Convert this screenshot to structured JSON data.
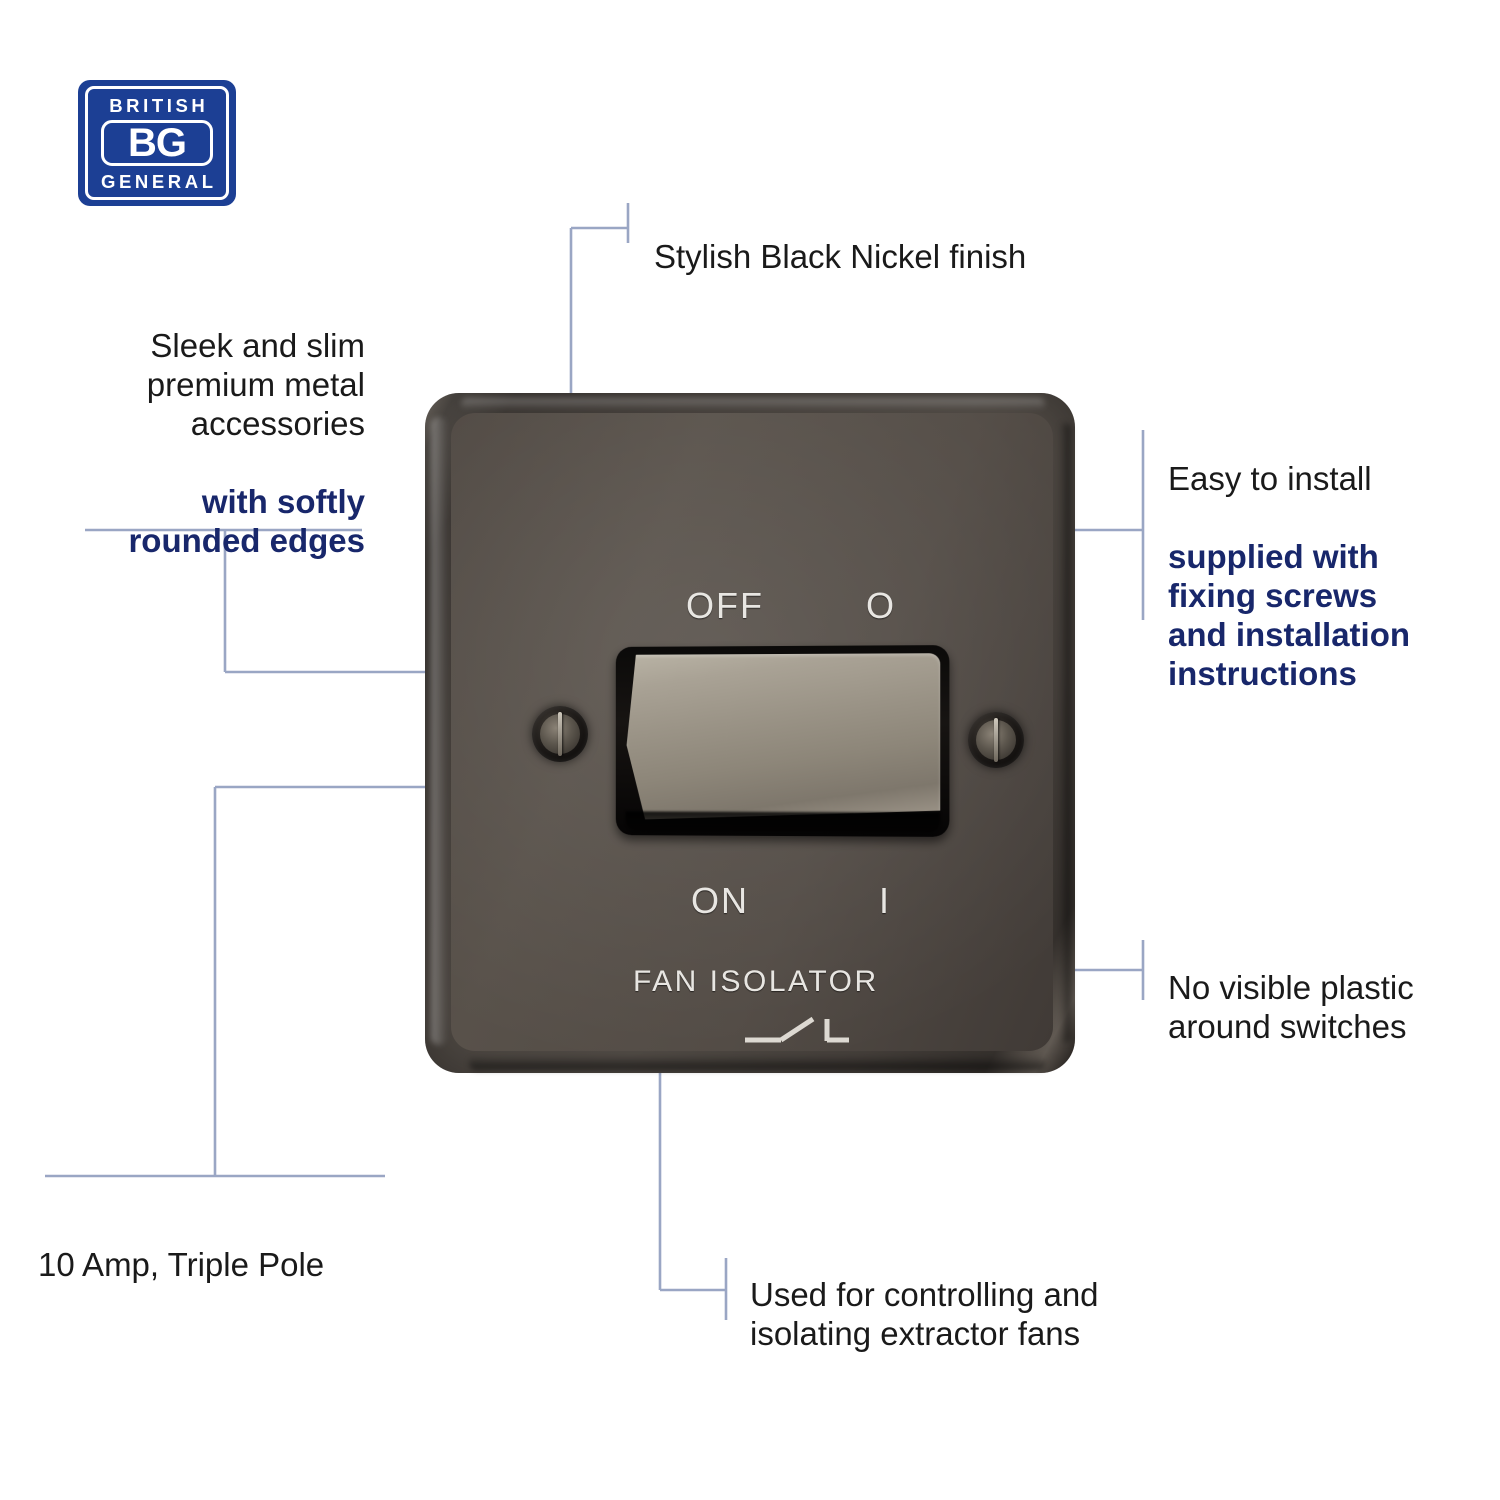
{
  "brand": {
    "logo_top": "BRITISH",
    "logo_mark": "BG",
    "logo_bottom": "GENERAL",
    "logo_color": "#1c3f94"
  },
  "theme": {
    "text_color": "#1a1a1a",
    "highlight_color": "#18276b",
    "leader_color": "#9aa6c4",
    "plate_color": "#4e4842"
  },
  "callouts": {
    "finish": {
      "id": "stylish-black-nickel-finish",
      "text": "Stylish Black Nickel finish"
    },
    "sleek": {
      "id": "sleek-and-slim",
      "plain": "Sleek and slim\npremium metal\naccessories",
      "highlight": "with softly\nrounded edges"
    },
    "easy_install": {
      "id": "easy-to-install",
      "plain": "Easy to install",
      "highlight": "supplied with\nfixing screws\nand installation\ninstructions"
    },
    "no_plastic": {
      "id": "no-visible-plastic",
      "text": "No visible plastic\naround switches"
    },
    "rating": {
      "id": "amp-rating",
      "text": "10 Amp, Triple Pole"
    },
    "usage": {
      "id": "used-for-controlling",
      "text": "Used for controlling and\nisolating extractor fans"
    }
  },
  "product": {
    "name": "fan-isolator-switch",
    "labels": {
      "off": "OFF",
      "off_symbol": "O",
      "on": "ON",
      "on_symbol": "I",
      "function": "FAN ISOLATOR"
    },
    "screws": [
      "screw-left",
      "screw-right"
    ]
  }
}
